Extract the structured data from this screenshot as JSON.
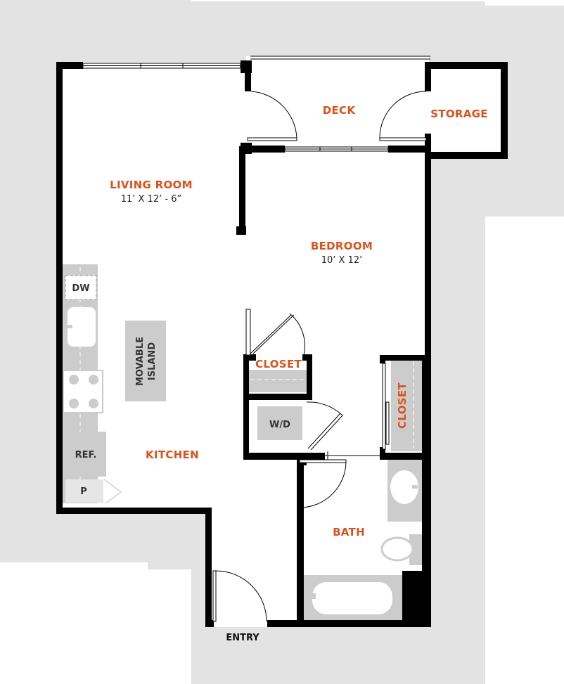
{
  "colors": {
    "room_label": "#d9531e",
    "wall": "#000000",
    "surround": "#e3e3e3",
    "fixture": "#cccccc",
    "floor": "#ffffff"
  },
  "rooms": {
    "living_room": {
      "name": "LIVING ROOM",
      "dimensions": "11’ X 12’ - 6”"
    },
    "bedroom": {
      "name": "BEDROOM",
      "dimensions": "10’ X 12’"
    },
    "deck": {
      "name": "DECK"
    },
    "storage": {
      "name": "STORAGE"
    },
    "closet_hall": {
      "name": "CLOSET"
    },
    "closet_bedroom": {
      "name": "CLOSET"
    },
    "kitchen": {
      "name": "KITCHEN"
    },
    "bath": {
      "name": "BATH"
    }
  },
  "fixtures": {
    "dishwasher": "DW",
    "island_line1": "MOVABLE",
    "island_line2": "ISLAND",
    "washer_dryer": "W/D",
    "refrigerator": "REF.",
    "pantry": "P"
  },
  "entry": {
    "label": "ENTRY"
  }
}
